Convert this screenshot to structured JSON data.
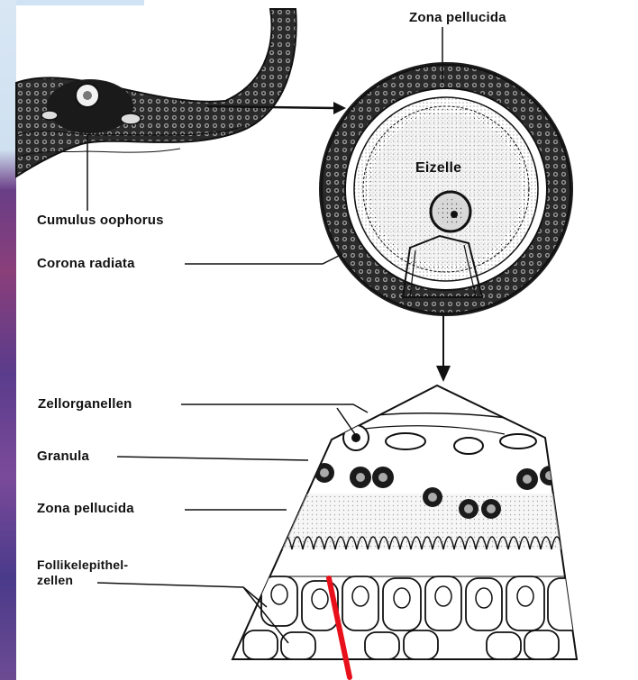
{
  "labels": {
    "zona_pellucida_top": "Zona pellucida",
    "eizelle": "Eizelle",
    "cumulus_oophorus": "Cumulus oophorus",
    "corona_radiata": "Corona radiata",
    "zellorganellen": "Zellorganellen",
    "granula": "Granula",
    "zona_pellucida_bottom": "Zona pellucida",
    "follikelepithel_line1": "Follikelepithel-",
    "follikelepithel_line2": "zellen"
  },
  "colors": {
    "ink": "#111111",
    "paper": "#ffffff",
    "stipple": "#e6e6e6",
    "marker": "#e8101a"
  }
}
